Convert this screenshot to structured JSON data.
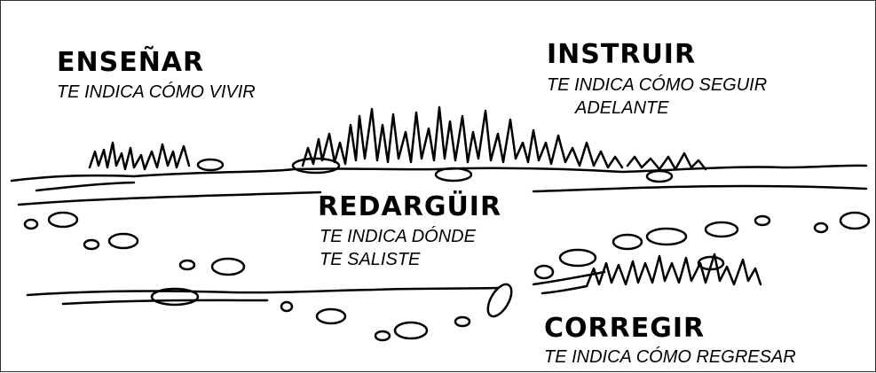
{
  "blocks": {
    "ensenar": {
      "title": "ENSEÑAR",
      "lines": [
        "TE INDICA CÓMO VIVIR"
      ]
    },
    "instruir": {
      "title": "INSTRUIR",
      "lines": [
        "TE INDICA CÓMO SEGUIR",
        "ADELANTE"
      ]
    },
    "redarguir": {
      "title": "REDARGÜIR",
      "lines": [
        "TE INDICA DÓNDE",
        "TE SALISTE"
      ]
    },
    "corregir": {
      "title": "CORREGIR",
      "lines": [
        "TE INDICA CÓMO REGRESAR"
      ]
    }
  },
  "colors": {
    "ink": "#000000",
    "background": "#ffffff"
  }
}
